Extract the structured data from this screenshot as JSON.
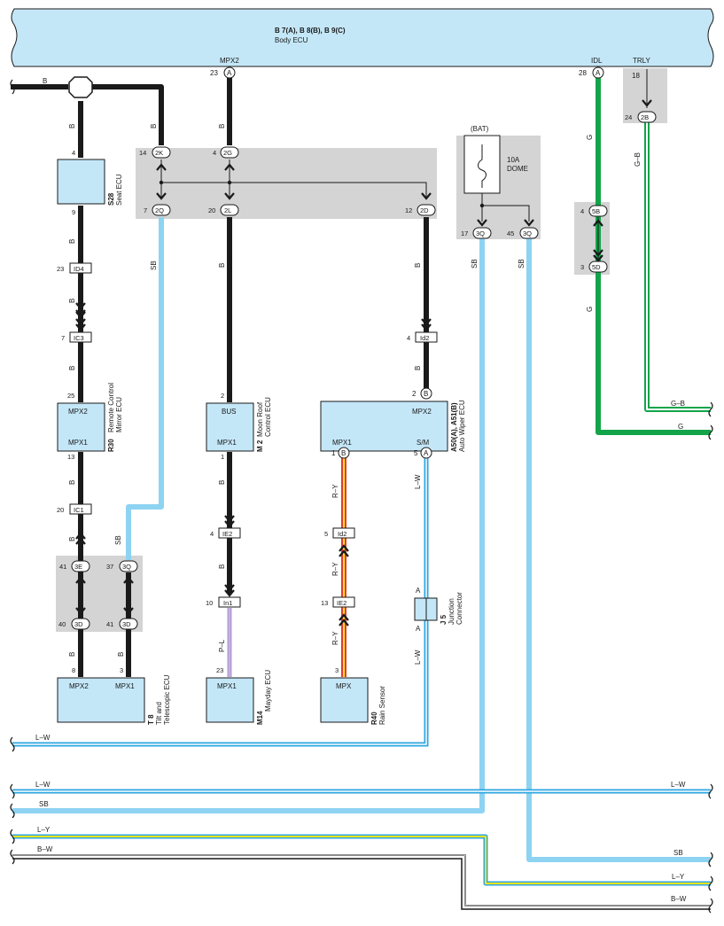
{
  "body_ecu": {
    "code": "B 7(A), B 8(B), B 9(C)",
    "name": "Body ECU",
    "pin_mpx2": "MPX2",
    "pin_mpx2_num": "23",
    "pin_mpx2_conn": "A",
    "pin_idl": "IDL",
    "pin_idl_num": "28",
    "pin_idl_conn": "A",
    "pin_trly": "TRLY",
    "pin_trly_num": "18"
  },
  "wire_colors": {
    "B": "B",
    "SB": "SB",
    "G": "G",
    "GB": "G–B",
    "RY": "R–Y",
    "LW": "L–W",
    "PL": "P–L",
    "LY": "L–Y",
    "BW": "B–W"
  },
  "connectors": {
    "c2K": {
      "pin": "14",
      "name": "2K"
    },
    "c2G": {
      "pin": "4",
      "name": "2G"
    },
    "c2Q": {
      "pin": "7",
      "name": "2Q"
    },
    "c2L": {
      "pin": "20",
      "name": "2L"
    },
    "c2D": {
      "pin": "12",
      "name": "2D"
    },
    "c3Q17": {
      "pin": "17",
      "name": "3Q"
    },
    "c3Q45": {
      "pin": "45",
      "name": "3Q"
    },
    "c5B": {
      "pin": "4",
      "name": "5B"
    },
    "c5D": {
      "pin": "3",
      "name": "5D"
    },
    "c2B": {
      "pin": "24",
      "name": "2B"
    },
    "c3E": {
      "pin": "41",
      "name": "3E"
    },
    "c3Q37": {
      "pin": "37",
      "name": "3Q"
    },
    "c3D40": {
      "pin": "40",
      "name": "3D"
    },
    "c3D41": {
      "pin": "41",
      "name": "3D"
    },
    "cID4": {
      "pin": "23",
      "name": "ID4"
    },
    "cIC3": {
      "pin": "7",
      "name": "IC3"
    },
    "cIC1": {
      "pin": "20",
      "name": "IC1"
    },
    "cId2a": {
      "pin": "4",
      "name": "Id2"
    },
    "cIE2a": {
      "pin": "4",
      "name": "IE2"
    },
    "cIn1": {
      "pin": "10",
      "name": "In1"
    },
    "cId2b": {
      "pin": "5",
      "name": "Id2"
    },
    "cIE2b": {
      "pin": "13",
      "name": "IE2"
    }
  },
  "fuse": {
    "bat": "(BAT)",
    "rating": "10A",
    "name": "DOME"
  },
  "seat_ecu": {
    "code": "S28",
    "name": "Seat ECU",
    "pin_top": "4",
    "pin_bottom": "9"
  },
  "mirror_ecu": {
    "code": "R30",
    "name1": "Remote Control",
    "name2": "Mirror ECU",
    "pin_top": "25",
    "mpx2": "MPX2",
    "mpx1": "MPX1",
    "pin_bottom": "13"
  },
  "moonroof_ecu": {
    "code": "M 2",
    "name1": "Moon Roof",
    "name2": "Control ECU",
    "pin_top": "2",
    "bus": "BUS",
    "mpx1": "MPX1",
    "pin_bottom": "1"
  },
  "wiper_ecu": {
    "code": "A50(A), A51(B)",
    "name": "Auto Wiper ECU",
    "pin_top": "2",
    "pin_top_conn": "B",
    "mpx2": "MPX2",
    "mpx1": "MPX1",
    "sm": "S/M",
    "pin_mpx1": "1",
    "pin_mpx1_conn": "B",
    "pin_sm": "5",
    "pin_sm_conn": "A"
  },
  "tilt_ecu": {
    "code": "T 8",
    "name1": "Tilt and",
    "name2": "Telescopic ECU",
    "mpx2": "MPX2",
    "mpx1": "MPX1",
    "pin_mpx2": "8",
    "pin_mpx1": "3"
  },
  "mayday_ecu": {
    "code": "M14",
    "name": "Mayday ECU",
    "mpx1": "MPX1",
    "pin": "23"
  },
  "rain_sensor": {
    "code": "R40",
    "name": "Rain Sensor",
    "mpx": "MPX",
    "pin": "3"
  },
  "junction": {
    "code": "J 5",
    "name1": "Junction",
    "name2": "Connector",
    "a_top": "A",
    "a_bottom": "A"
  },
  "colors": {
    "ecu_fill": "#c4e7f8",
    "junction_bg": "#d4d4d4",
    "wire_black": "#1a1a1a",
    "wire_sky": "#8ed3f2",
    "wire_green": "#13a44a",
    "wire_red": "#e43a2f",
    "wire_yellow": "#f7e51b",
    "wire_blue": "#2ea6e0",
    "wire_pink": "#f2a0c0"
  }
}
